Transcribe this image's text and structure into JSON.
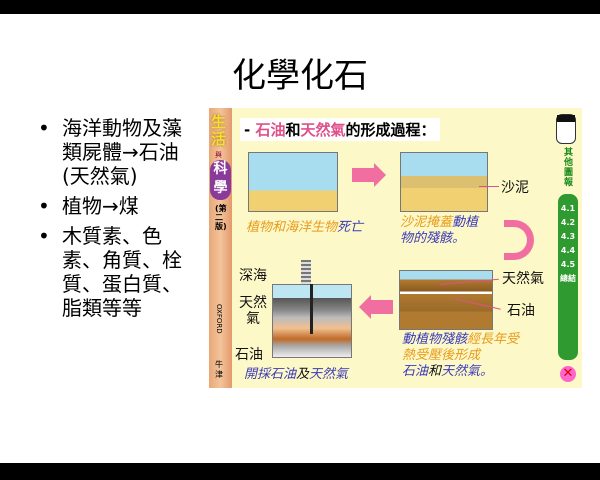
{
  "slide": {
    "title": "化學化石",
    "bullets": [
      "海洋動物及藻類屍體→石油(天然氣)",
      "植物→煤",
      "木質素、色素、角質、栓質、蛋白質、脂類等等"
    ]
  },
  "figure": {
    "spine": {
      "title_top": "生活",
      "title_mid": "與",
      "title_bottom": "科學",
      "edition": "(第二版)",
      "publisher_en": "OXFORD",
      "publisher_zh": "牛津"
    },
    "heading": {
      "dash": "- ",
      "oil": "石油",
      "and": "和",
      "gas": "天然氣",
      "rest": "的形成過程："
    },
    "side_nav": {
      "other": "其他圖報",
      "items": [
        "4.1",
        "4.2",
        "4.3",
        "4.4",
        "4.5",
        "總結"
      ]
    },
    "labels": {
      "sand": "沙泥",
      "gas": "天然氣",
      "oil": "石油",
      "deep_sea": "深海",
      "gas2": "天然氣",
      "oil2": "石油"
    },
    "captions": {
      "c1a": "植物和海洋生物",
      "c1b": "死亡",
      "c2a": "沙泥掩蓋",
      "c2b": "動植",
      "c2c": "物的殘骸。",
      "c3a": "動植物殘骸",
      "c3b": "經長年受",
      "c3c": "熱受壓後形成",
      "c3d": "石油",
      "c3e": "和",
      "c3f": "天然氣",
      "c3g": "。",
      "c4a": "開採石油",
      "c4b": "及",
      "c4c": "天然氣"
    }
  }
}
